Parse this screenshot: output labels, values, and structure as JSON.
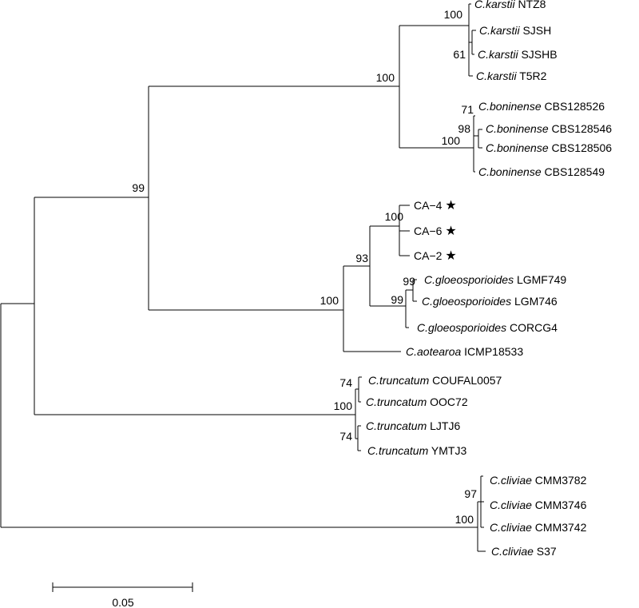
{
  "taxa": {
    "karstii_ntz8": {
      "species": "C.karstii",
      "strain": "NTZ8"
    },
    "karstii_sjsh": {
      "species": "C.karstii",
      "strain": "SJSH"
    },
    "karstii_sjshb": {
      "species": "C.karstii",
      "strain": "SJSHB"
    },
    "karstii_t5r2": {
      "species": "C.karstii",
      "strain": "T5R2"
    },
    "boninense_526": {
      "species": "C.boninense",
      "strain": "CBS128526"
    },
    "boninense_546": {
      "species": "C.boninense",
      "strain": "CBS128546"
    },
    "boninense_506": {
      "species": "C.boninense",
      "strain": "CBS128506"
    },
    "boninense_549": {
      "species": "C.boninense",
      "strain": "CBS128549"
    },
    "ca4": {
      "label": "CA−4",
      "marker": "★"
    },
    "ca6": {
      "label": "CA−6",
      "marker": "★"
    },
    "ca2": {
      "label": "CA−2",
      "marker": "★"
    },
    "gloeo_749": {
      "species": "C.gloeosporioides",
      "strain": "LGMF749"
    },
    "gloeo_746": {
      "species": "C.gloeosporioides",
      "strain": "LGM746"
    },
    "gloeo_corcg4": {
      "species": "C.gloeosporioides",
      "strain": "CORCG4"
    },
    "aotearoa": {
      "species": "C.aotearoa",
      "strain": "ICMP18533"
    },
    "trunc_coufal": {
      "species": "C.truncatum",
      "strain": "COUFAL0057"
    },
    "trunc_ooc72": {
      "species": "C.truncatum",
      "strain": "OOC72"
    },
    "trunc_ljtj6": {
      "species": "C.truncatum",
      "strain": "LJTJ6"
    },
    "trunc_ymtj3": {
      "species": "C.truncatum",
      "strain": "YMTJ3"
    },
    "cliv_3782": {
      "species": "C.cliviae",
      "strain": "CMM3782"
    },
    "cliv_3746": {
      "species": "C.cliviae",
      "strain": "CMM3746"
    },
    "cliv_3742": {
      "species": "C.cliviae",
      "strain": "CMM3742"
    },
    "cliv_s37": {
      "species": "C.cliviae",
      "strain": "S37"
    }
  },
  "bootstrap": {
    "karstii_inner": "100",
    "karstii_sub": "61",
    "karstii_boninense": "100",
    "boninense_inner": "71",
    "boninense_sub": "98",
    "boninense_clade": "100",
    "main_upper": "99",
    "ca_clade": "100",
    "ca_gloeo": "93",
    "gloeo_749": "99",
    "gloeo_sub": "99",
    "gloeo_aotearoa": "100",
    "trunc_a": "74",
    "trunc_clade": "100",
    "trunc_b": "74",
    "cliv_sub": "97",
    "cliv_clade": "100"
  },
  "scale_bar": {
    "label": "0.05"
  }
}
